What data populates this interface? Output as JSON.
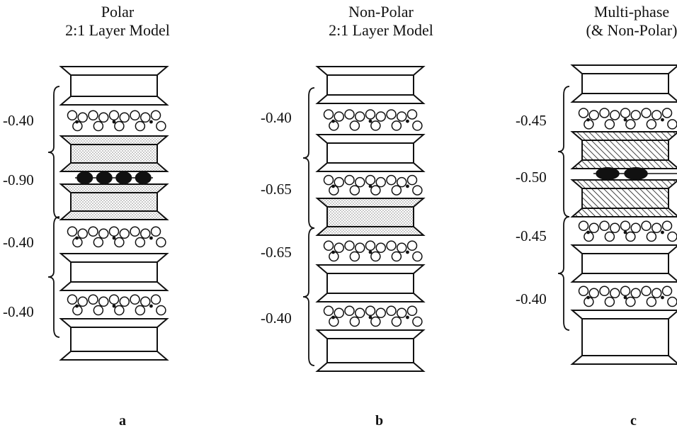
{
  "panels": [
    {
      "id": "a",
      "title_line1": "Polar",
      "title_line2": "2:1 Layer Model",
      "values": [
        "-0.40",
        "-0.90",
        "-0.40",
        "-0.40"
      ],
      "letter": "a"
    },
    {
      "id": "b",
      "title_line1": "Non-Polar",
      "title_line2": "2:1 Layer Model",
      "values": [
        "-0.40",
        "-0.65",
        "-0.65",
        "-0.40"
      ],
      "letter": "b"
    },
    {
      "id": "c",
      "title_line1": "Multi-phase",
      "title_line2": "(& Non-Polar)",
      "values": [
        "-0.45",
        "-0.50",
        "-0.45",
        "-0.40"
      ],
      "letter": "c"
    }
  ]
}
